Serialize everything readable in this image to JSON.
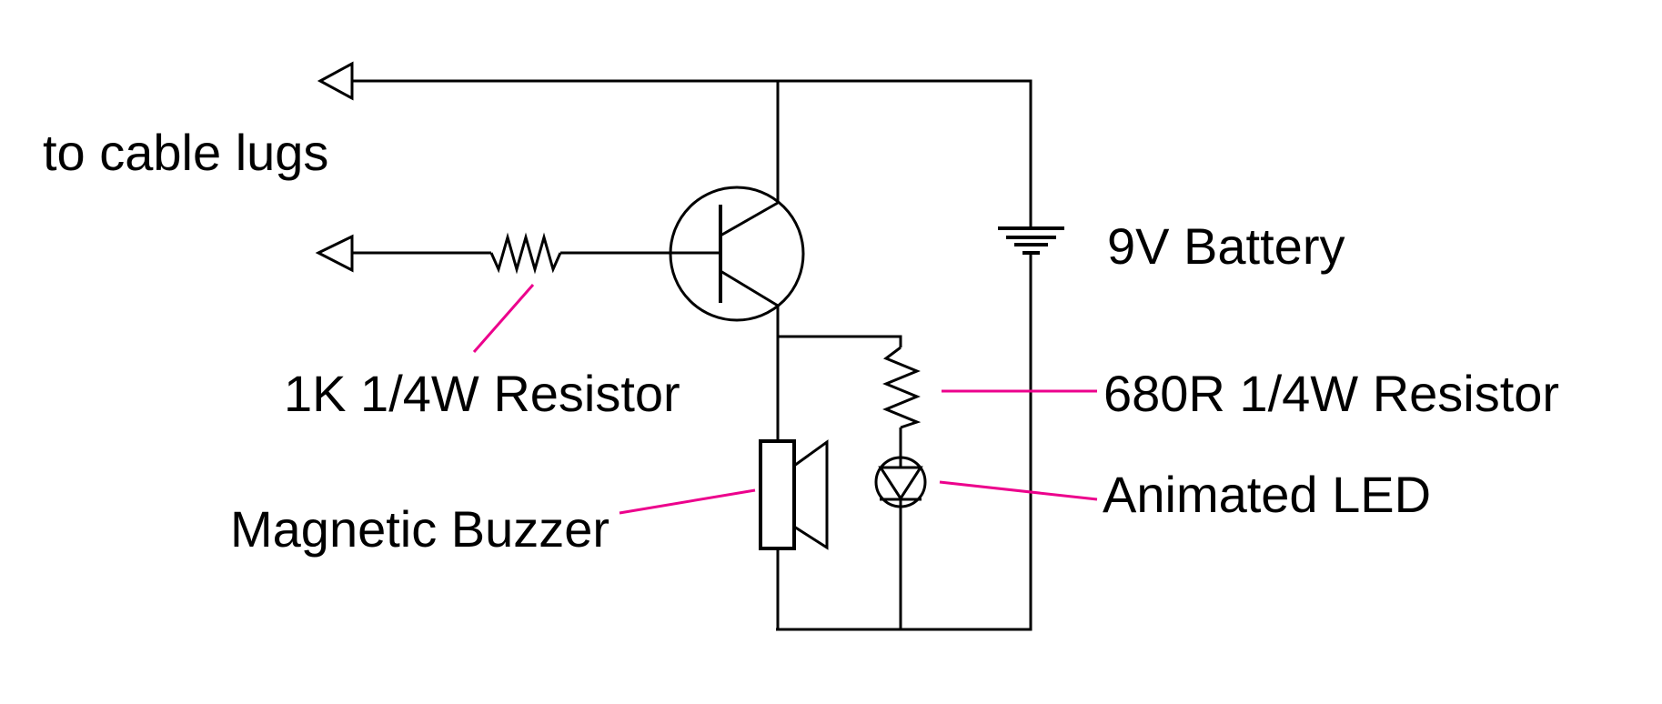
{
  "colors": {
    "background": "#ffffff",
    "wire": "#000000",
    "leader": "#ec008c",
    "text": "#000000"
  },
  "labels": {
    "cable_lugs": "to cable lugs",
    "resistor_1k": "1K 1/4W Resistor",
    "magnetic_buzzer": "Magnetic Buzzer",
    "battery": "9V Battery",
    "resistor_680r": "680R 1/4W Resistor",
    "animated_led": "Animated LED"
  }
}
